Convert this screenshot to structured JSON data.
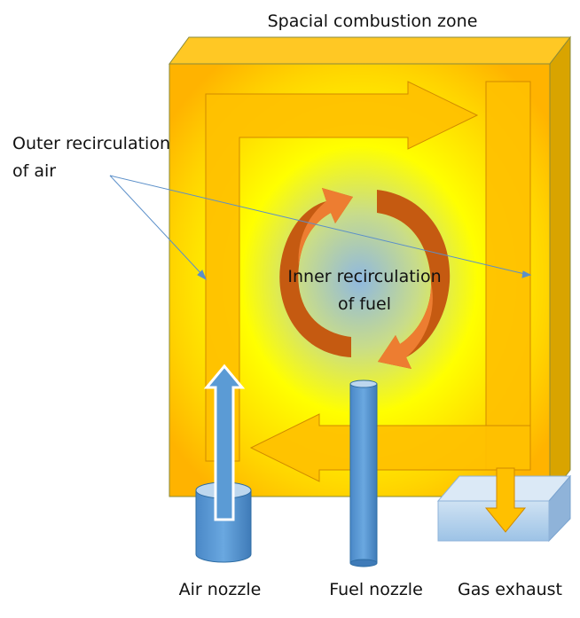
{
  "labels": {
    "title": "Spacial combustion zone",
    "outer_line1": "Outer recirculation",
    "outer_line2": "of air",
    "inner_line1": "Inner recirculation",
    "inner_line2": "of fuel",
    "air_nozzle": "Air nozzle",
    "fuel_nozzle": "Fuel nozzle",
    "gas_exhaust": "Gas exhaust"
  },
  "colors": {
    "zone_outer": "#ffb300",
    "zone_glow": "#ffff00",
    "zone_center": "#8fb8e0",
    "air_flow": "#ffc000",
    "fuel_flow_dark": "#c55a11",
    "fuel_flow_light": "#ed7d31",
    "nozzle_blue": "#5b9bd5",
    "exhaust_box": "#bdd7ee",
    "pointer_line": "#5b8fc9"
  },
  "icons": [
    "air-nozzle-cylinder",
    "fuel-nozzle-pipe",
    "gas-exhaust-box",
    "air-inlet-arrow",
    "exhaust-outlet-arrow"
  ]
}
